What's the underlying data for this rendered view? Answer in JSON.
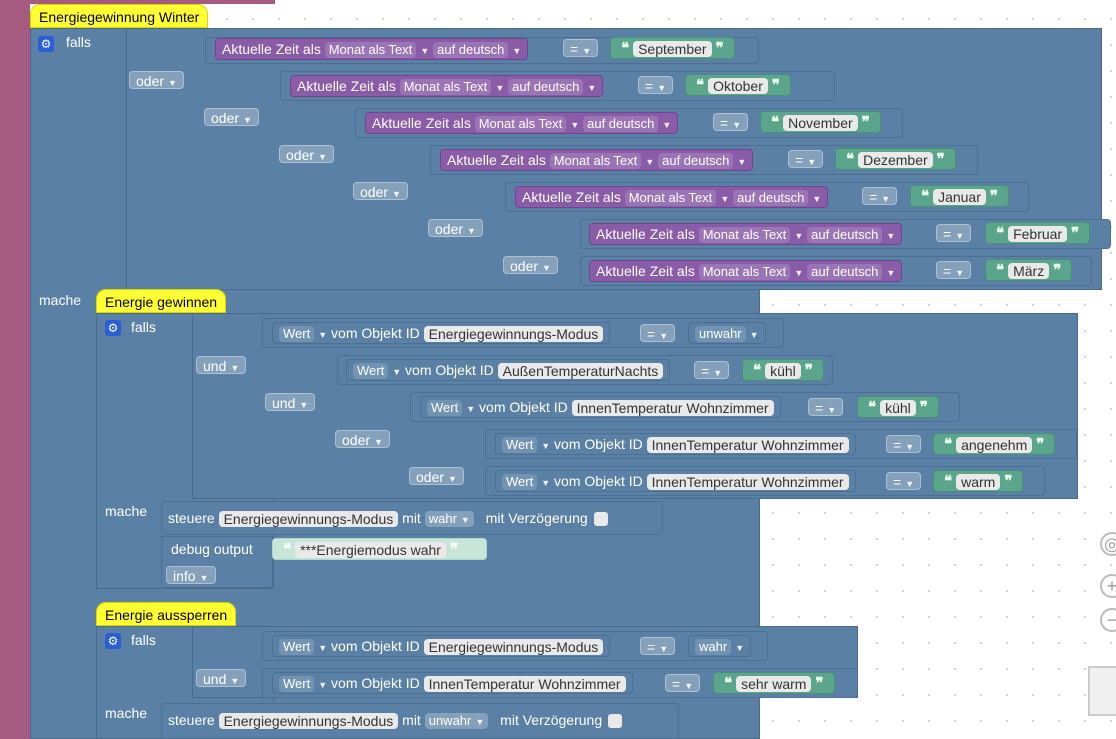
{
  "rules": [
    {
      "title": "Energiegewinnung Winter",
      "falls": "falls",
      "mache": "mache",
      "oder": "oder",
      "und": "und"
    }
  ],
  "labels": {
    "falls": "falls",
    "mache": "mache",
    "oder": "oder",
    "und": "und",
    "aktuelle": "Aktuelle Zeit als",
    "monat": "Monat als Text",
    "deutsch": "auf deutsch",
    "eq": "=",
    "wert": "Wert",
    "vom": "vom Objekt ID",
    "steuere": "steuere",
    "mit": "mit",
    "mitv": "mit Verzögerung",
    "debug": "debug output",
    "info": "info"
  },
  "months": [
    "September",
    "Oktober",
    "November",
    "Dezember",
    "Januar",
    "Februar",
    "März"
  ],
  "hats": {
    "winter": "Energiegewinnung Winter",
    "gewinnen": "Energie gewinnen",
    "aussperren": "Energie aussperren"
  },
  "g": {
    "r1": {
      "id": "Energiegewinnungs-Modus",
      "val": "unwahr"
    },
    "r2": {
      "id": "AußenTemperaturNachts",
      "val": "kühl"
    },
    "r3": {
      "id": "InnenTemperatur Wohnzimmer",
      "val": "kühl"
    },
    "r4": {
      "id": "InnenTemperatur Wohnzimmer",
      "val": "angenehm"
    },
    "r5": {
      "id": "InnenTemperatur Wohnzimmer",
      "val": "warm"
    },
    "set_id": "Energiegewinnungs-Modus",
    "set_val": "wahr",
    "debug_text": "***Energiemodus wahr"
  },
  "s": {
    "r1": {
      "id": "Energiegewinnungs-Modus",
      "val": "wahr"
    },
    "r2": {
      "id": "InnenTemperatur Wohnzimmer",
      "val": "sehr warm"
    },
    "set_id": "Energiegewinnungs-Modus",
    "set_val": "unwahr"
  }
}
